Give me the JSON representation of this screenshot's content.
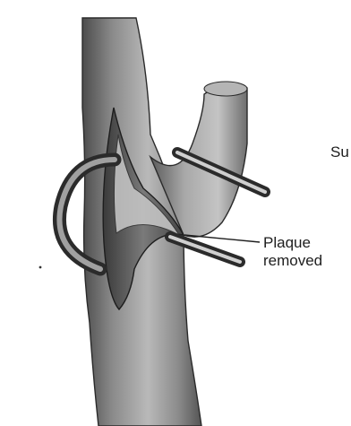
{
  "diagram": {
    "labels": {
      "plaque_line1": "Plaque",
      "plaque_line2": "removed",
      "cropped_text": "Su"
    }
  }
}
